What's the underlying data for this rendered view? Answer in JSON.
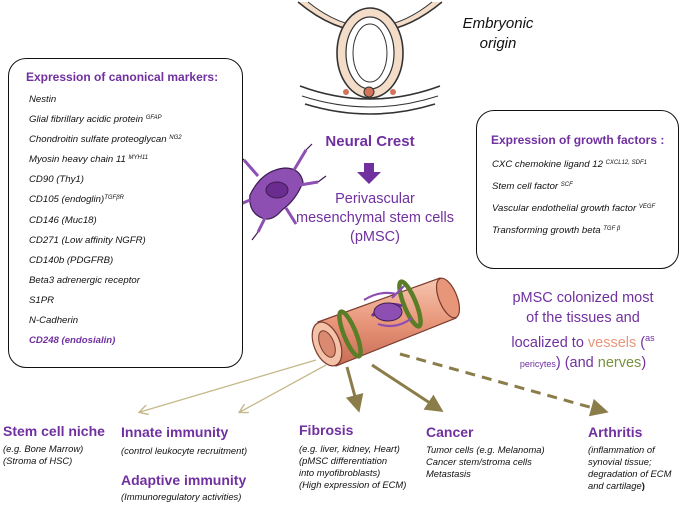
{
  "embryonic_origin": [
    "Embryonic",
    "origin"
  ],
  "neural_crest": "Neural Crest",
  "pmsc_label": [
    "Perivascular",
    "mesenchymal stem cells",
    "(pMSC)"
  ],
  "markers_box": {
    "title": "Expression of canonical markers:",
    "items": [
      {
        "text": "Nestin",
        "sup": ""
      },
      {
        "text": "Glial fibrillary acidic protein ",
        "sup": "GFAP"
      },
      {
        "text": "Chondroitin sulfate proteoglycan ",
        "sup": "NG2"
      },
      {
        "text": "Myosin heavy chain 11 ",
        "sup": "MYH11"
      },
      {
        "text": "CD90 (Thy1)",
        "sup": ""
      },
      {
        "text": " CD105 (endoglin)",
        "sup": "TGFβR"
      },
      {
        "text": "CD146 (Muc18)",
        "sup": ""
      },
      {
        "text": "CD271 (Low affinity NGFR)",
        "sup": ""
      },
      {
        "text": "CD140b (PDGFRB)",
        "sup": ""
      },
      {
        "text": "Beta3 adrenergic receptor",
        "sup": ""
      },
      {
        "text": "S1PR",
        "sup": ""
      },
      {
        "text": "N-Cadherin",
        "sup": ""
      },
      {
        "text": "CD248 (endosialin)",
        "sup": ""
      }
    ]
  },
  "growth_box": {
    "title": "Expression of growth factors :",
    "items": [
      {
        "text": "CXC chemokine ligand 12 ",
        "sup": "CXCL12, SDF1"
      },
      {
        "text": "Stem cell factor ",
        "sup": "SCF"
      },
      {
        "text": "Vascular endothelial growth factor ",
        "sup": "VEGF"
      },
      {
        "text": "Transforming growth beta ",
        "sup": "TGF β"
      }
    ]
  },
  "colonized": {
    "line1": "pMSC colonized most",
    "line2": "of the tissues and",
    "line3_a": "localized to ",
    "vessels": "vessels",
    "open_paren": " (",
    "as": "as",
    "pericytes": "pericytes",
    "and_open": ") (and ",
    "nerves": "nerves",
    "close": ")"
  },
  "outcomes": {
    "stem_cell_niche": {
      "title": "Stem cell niche",
      "desc": [
        "(e.g. Bone Marrow)",
        "(Stroma of HSC)"
      ]
    },
    "innate": {
      "title": "Innate immunity",
      "desc": [
        "(control leukocyte recruitment)"
      ]
    },
    "adaptive": {
      "title": "Adaptive immunity",
      "desc": [
        "(Immunoregulatory activities)"
      ]
    },
    "fibrosis": {
      "title": "Fibrosis",
      "desc": [
        "(e.g. liver, kidney, Heart)",
        "(pMSC differentiation",
        "into myofibroblasts)",
        "(High expression of ECM)"
      ]
    },
    "cancer": {
      "title": "Cancer",
      "desc": [
        "Tumor cells (e.g. Melanoma)",
        "Cancer stem/stroma cells",
        "Metastasis"
      ]
    },
    "arthritis": {
      "title": "Arthritis",
      "desc": [
        "(inflammation of",
        "synovial tissue;",
        "degradation of ECM",
        "and cartilage",
        ")"
      ]
    }
  },
  "colors": {
    "purple": "#7030a0",
    "vessels": "#e8967a",
    "nerves": "#76923c",
    "arrow_olive": "#8b7d4a",
    "arrow_thin": "#c4b98a"
  }
}
